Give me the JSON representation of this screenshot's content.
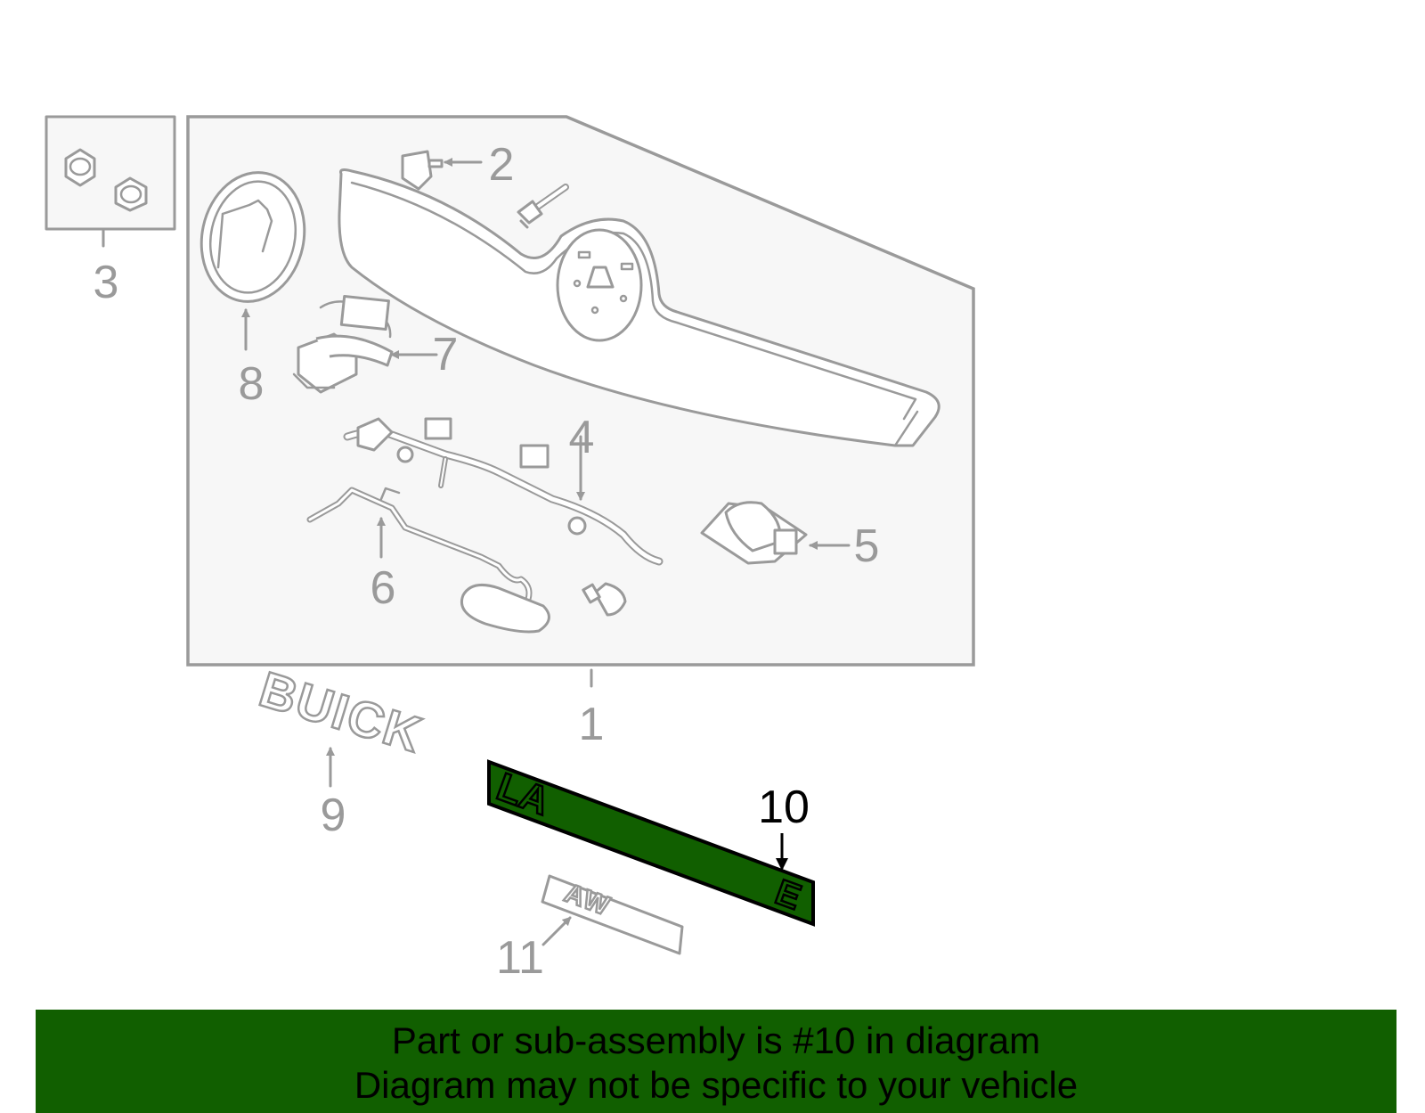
{
  "colors": {
    "highlight_fill": "#115f00",
    "banner_bg": "#115f00",
    "line_gray": "#9a9a9a",
    "panel_bg": "#f7f7f7"
  },
  "callouts": [
    {
      "id": "1",
      "label": "1"
    },
    {
      "id": "2",
      "label": "2"
    },
    {
      "id": "3",
      "label": "3"
    },
    {
      "id": "4",
      "label": "4"
    },
    {
      "id": "5",
      "label": "5"
    },
    {
      "id": "6",
      "label": "6"
    },
    {
      "id": "7",
      "label": "7"
    },
    {
      "id": "8",
      "label": "8"
    },
    {
      "id": "9",
      "label": "9"
    },
    {
      "id": "10",
      "label": "10"
    },
    {
      "id": "11",
      "label": "11"
    }
  ],
  "emblems": {
    "buick": "BUICK",
    "la": "LA",
    "e": "E",
    "awd": "AW"
  },
  "banner": {
    "line1": "Part or sub-assembly is #10 in diagram",
    "line2": "Diagram may not be specific to your vehicle"
  }
}
